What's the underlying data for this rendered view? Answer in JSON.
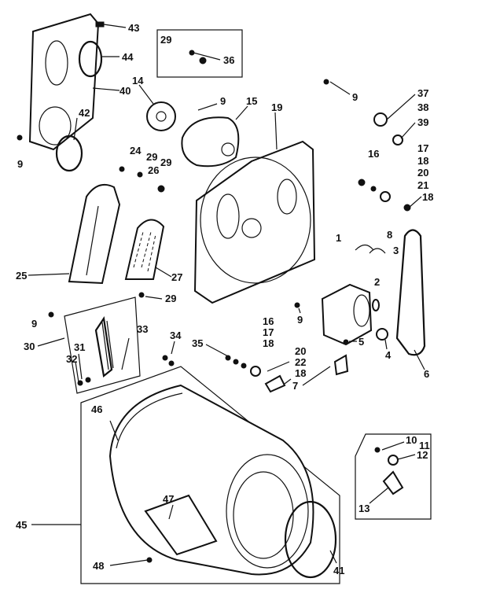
{
  "labels": {
    "p43": "43",
    "p44": "44",
    "p40": "40",
    "p42": "42",
    "p9a": "9",
    "p29a": "29",
    "p36": "36",
    "p14": "14",
    "p9b": "9",
    "p15": "15",
    "p19": "19",
    "p9c": "9",
    "p37": "37",
    "p38": "38",
    "p39": "39",
    "p24": "24",
    "p29b": "29",
    "p26": "26",
    "p29c": "29",
    "p16a": "16",
    "p17a": "17",
    "p18a": "18",
    "p20a": "20",
    "p21": "21",
    "p18b": "18",
    "p8": "8",
    "p3": "3",
    "p25": "25",
    "p27": "27",
    "p29d": "29",
    "p2": "2",
    "p1": "1",
    "p9d": "9",
    "p30": "30",
    "p33": "33",
    "p31": "31",
    "p32": "32",
    "p34": "34",
    "p35": "35",
    "p16b": "16",
    "p17b": "17",
    "p18c": "18",
    "p9e": "9",
    "p5": "5",
    "p4": "4",
    "p20b": "20",
    "p22": "22",
    "p18d": "18",
    "p7": "7",
    "p6": "6",
    "p46": "46",
    "p45": "45",
    "p47": "47",
    "p48": "48",
    "p41": "41",
    "p10": "10",
    "p11": "11",
    "p12": "12",
    "p13": "13"
  }
}
